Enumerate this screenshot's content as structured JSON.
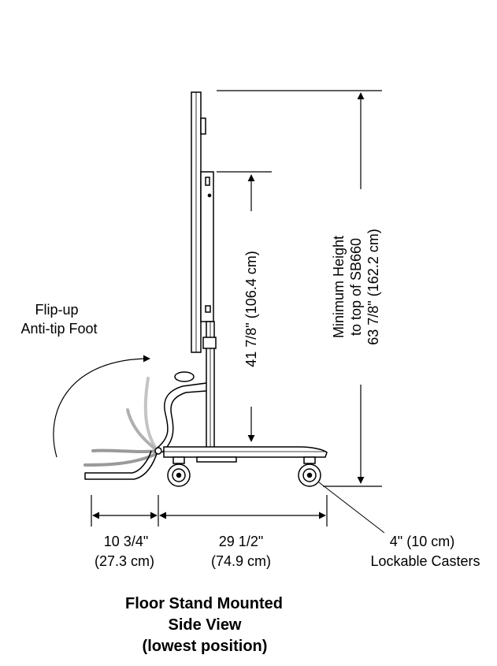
{
  "annotations": {
    "flip_up_line1": "Flip-up",
    "flip_up_line2": "Anti-tip Foot",
    "mount_height": "41 7/8\" (106.4 cm)",
    "min_height_line1": "Minimum Height",
    "min_height_line2": "to top of SB660",
    "min_height_line3": "63 7/8\" (162.2 cm)",
    "foot_dim_line1": "10 3/4\"",
    "foot_dim_line2": "(27.3 cm)",
    "base_dim_line1": "29 1/2\"",
    "base_dim_line2": "(74.9 cm)",
    "casters_line1": "4\" (10 cm)",
    "casters_line2": "Lockable Casters"
  },
  "caption": {
    "line1": "Floor Stand Mounted",
    "line2": "Side View",
    "line3": "(lowest position)"
  },
  "colors": {
    "ink": "#000000",
    "ghost_foot": "#9a9a9a",
    "ghost_foot_light": "#c4c4c4"
  }
}
